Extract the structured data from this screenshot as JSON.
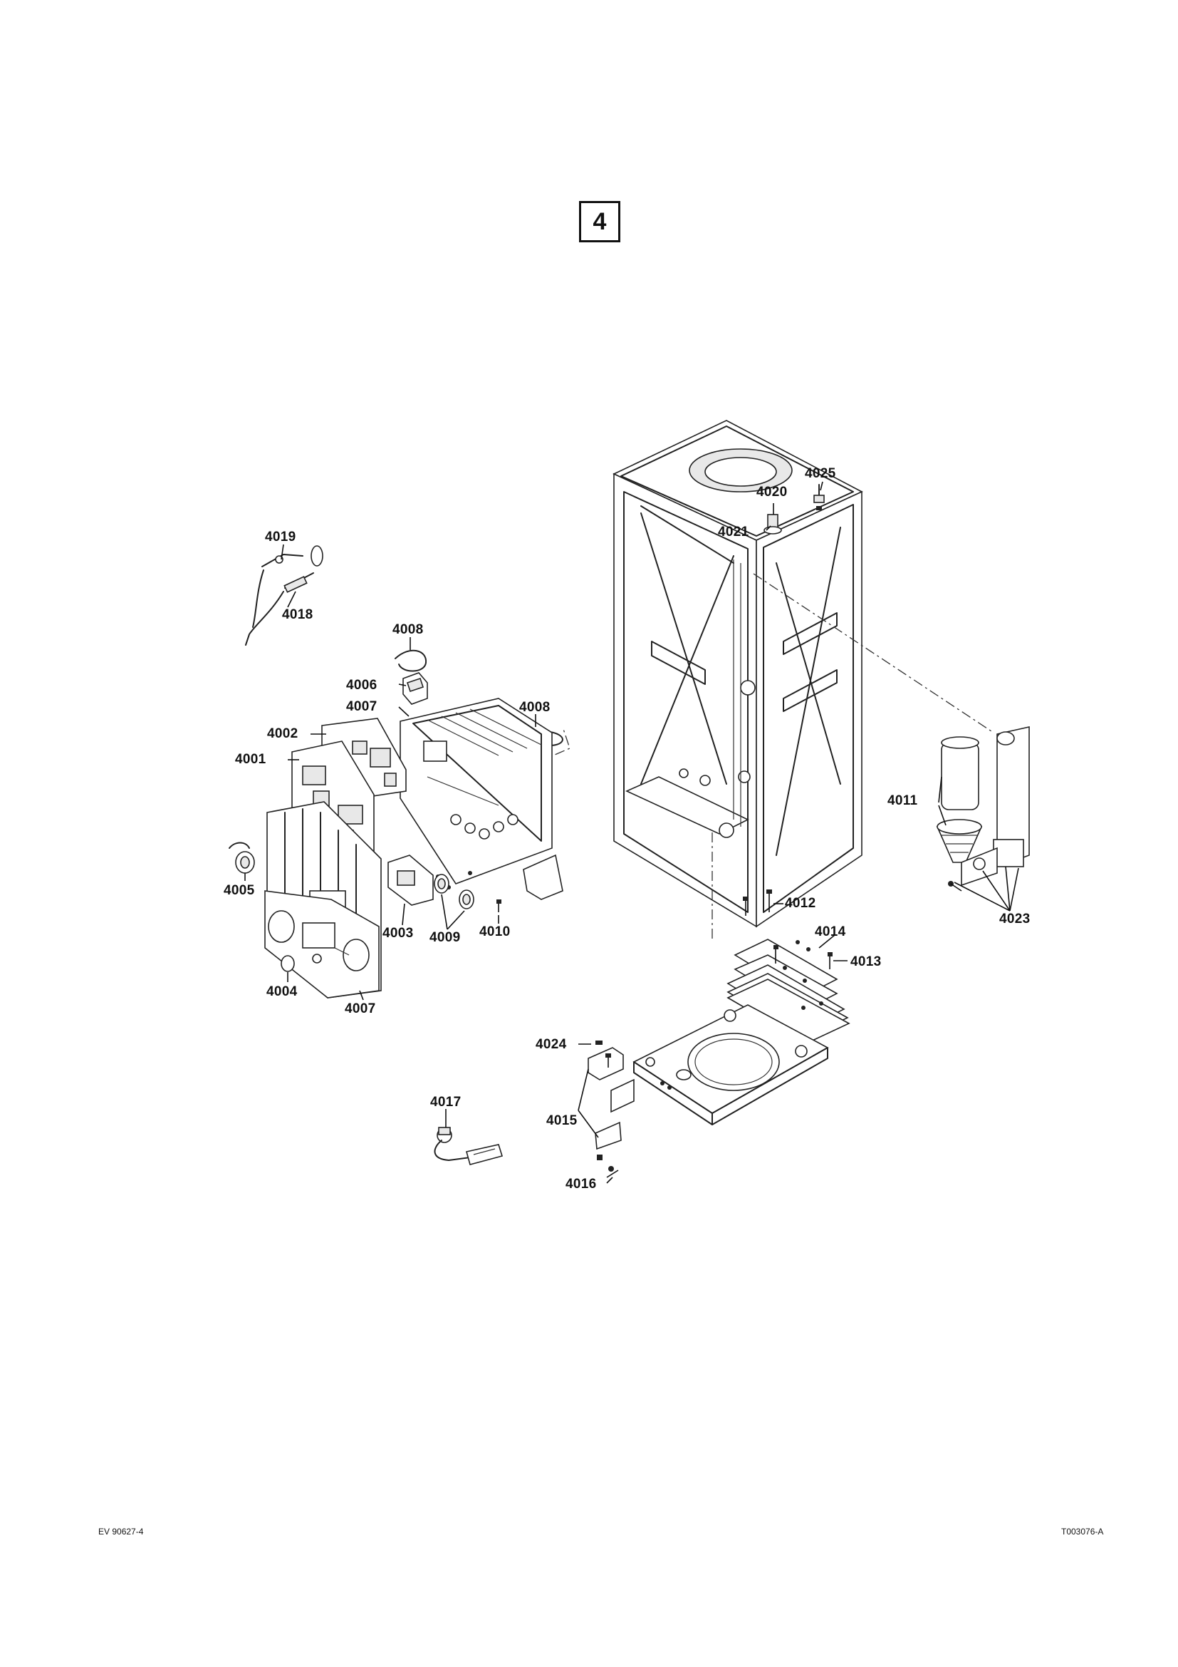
{
  "section_number": "4",
  "callouts": {
    "c4001": "4001",
    "c4002": "4002",
    "c4003": "4003",
    "c4004": "4004",
    "c4005": "4005",
    "c4006": "4006",
    "c4007a": "4007",
    "c4007b": "4007",
    "c4008a": "4008",
    "c4008b": "4008",
    "c4009": "4009",
    "c4010": "4010",
    "c4011": "4011",
    "c4012": "4012",
    "c4013": "4013",
    "c4014": "4014",
    "c4015": "4015",
    "c4016": "4016",
    "c4017": "4017",
    "c4018": "4018",
    "c4019": "4019",
    "c4020": "4020",
    "c4021": "4021",
    "c4023": "4023",
    "c4024": "4024",
    "c4025": "4025"
  },
  "footer": {
    "left": "EV 90627-4",
    "right": "T003076-A"
  }
}
